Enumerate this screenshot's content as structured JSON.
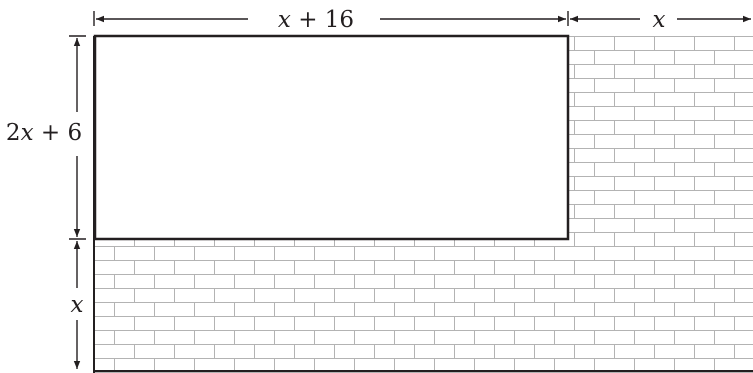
{
  "diagram": {
    "top_dimensions": {
      "rectangle_width": {
        "variable": "x",
        "rest": " + 16"
      },
      "remaining_width": {
        "variable": "x"
      }
    },
    "left_dimensions": {
      "rectangle_height": {
        "prefix": "2",
        "variable": "x",
        "rest": " + 6"
      },
      "remaining_height": {
        "variable": "x"
      }
    },
    "colors": {
      "ink": "#231f20",
      "brick_mortar": "#b3b3b3",
      "rectangle_fill": "#ffffff"
    },
    "brick_pattern": "running-bond",
    "rectangle": "white-rectangle-on-brick-wall"
  }
}
